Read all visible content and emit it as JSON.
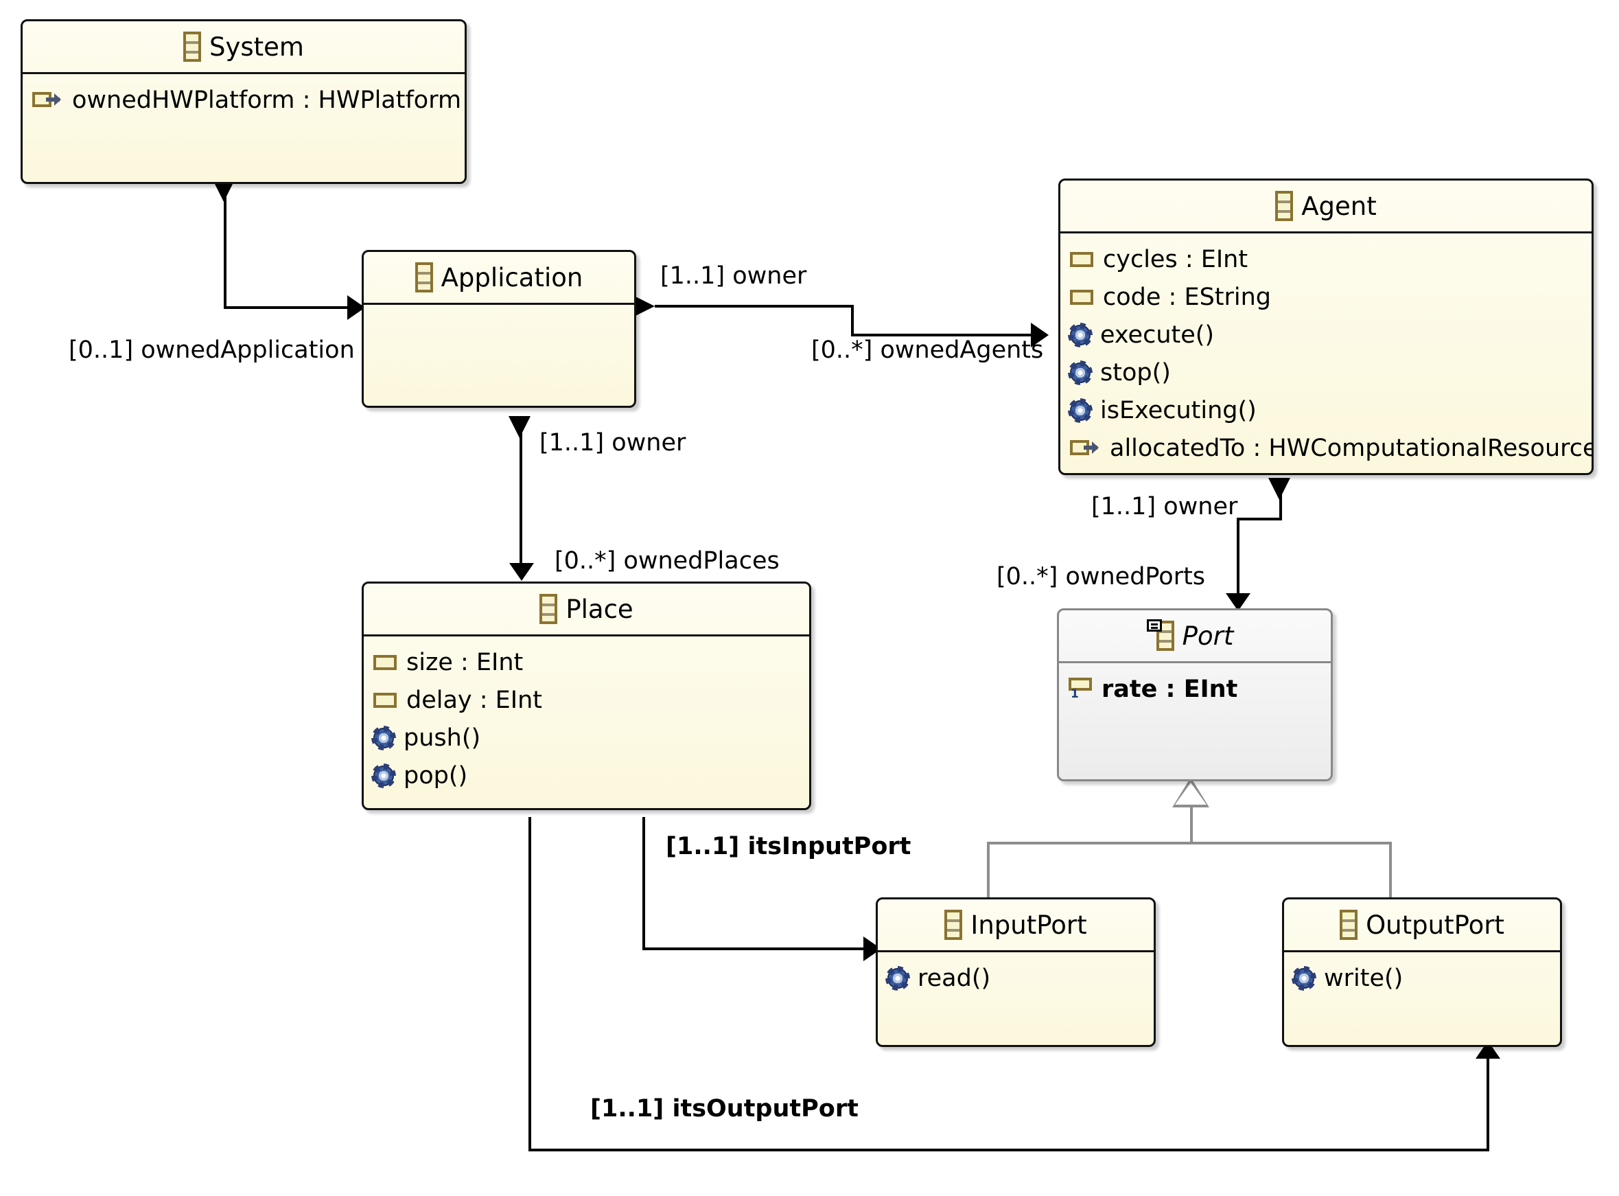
{
  "diagram": {
    "kind": "uml-class-diagram",
    "colors": {
      "class_fill": "#fbf8dd",
      "class_border": "#111111",
      "abstract_fill": "#ececec",
      "abstract_border": "#888888",
      "icon_gold": "#8a7331",
      "icon_blue": "#2b3e77",
      "inheritance_line": "#8d8d8d"
    }
  },
  "classes": {
    "system": {
      "name": "System",
      "icon": "class-icon",
      "features": [
        {
          "label": "ownedHWPlatform : HWPlatform",
          "icon": "reference-icon",
          "kind": "reference"
        }
      ]
    },
    "application": {
      "name": "Application",
      "icon": "class-icon",
      "features": []
    },
    "agent": {
      "name": "Agent",
      "icon": "class-icon",
      "features": [
        {
          "label": "cycles : EInt",
          "icon": "attribute-icon",
          "kind": "attribute"
        },
        {
          "label": "code : EString",
          "icon": "attribute-icon",
          "kind": "attribute"
        },
        {
          "label": "execute()",
          "icon": "operation-icon",
          "kind": "operation"
        },
        {
          "label": "stop()",
          "icon": "operation-icon",
          "kind": "operation"
        },
        {
          "label": "isExecuting()",
          "icon": "operation-icon",
          "kind": "operation"
        },
        {
          "label": "allocatedTo : HWComputationalResource",
          "icon": "reference-icon",
          "kind": "reference"
        }
      ]
    },
    "place": {
      "name": "Place",
      "icon": "class-icon",
      "features": [
        {
          "label": "size : EInt",
          "icon": "attribute-icon",
          "kind": "attribute"
        },
        {
          "label": "delay : EInt",
          "icon": "attribute-icon",
          "kind": "attribute"
        },
        {
          "label": "push()",
          "icon": "operation-icon",
          "kind": "operation"
        },
        {
          "label": "pop()",
          "icon": "operation-icon",
          "kind": "operation"
        }
      ]
    },
    "port": {
      "name": "Port",
      "icon": "class-icon",
      "abstract": true,
      "abstract_badge": "abstract-icon",
      "features": [
        {
          "label": "rate : EInt",
          "icon": "attribute-one-icon",
          "kind": "attribute",
          "multiplicity": "1"
        }
      ]
    },
    "input_port": {
      "name": "InputPort",
      "icon": "class-icon",
      "features": [
        {
          "label": "read()",
          "icon": "operation-icon",
          "kind": "operation"
        }
      ]
    },
    "output_port": {
      "name": "OutputPort",
      "icon": "class-icon",
      "features": [
        {
          "label": "write()",
          "icon": "operation-icon",
          "kind": "operation"
        }
      ]
    }
  },
  "edge_labels": {
    "owned_application": "[0..1] ownedApplication",
    "owner_app_agent": "[1..1] owner",
    "owned_agents": "[0..*] ownedAgents",
    "owner_app_place": "[1..1] owner",
    "owned_places": "[0..*] ownedPlaces",
    "owner_agent_port": "[1..1] owner",
    "owned_ports": "[0..*] ownedPorts",
    "its_input_port": "[1..1] itsInputPort",
    "its_output_port": "[1..1] itsOutputPort"
  }
}
